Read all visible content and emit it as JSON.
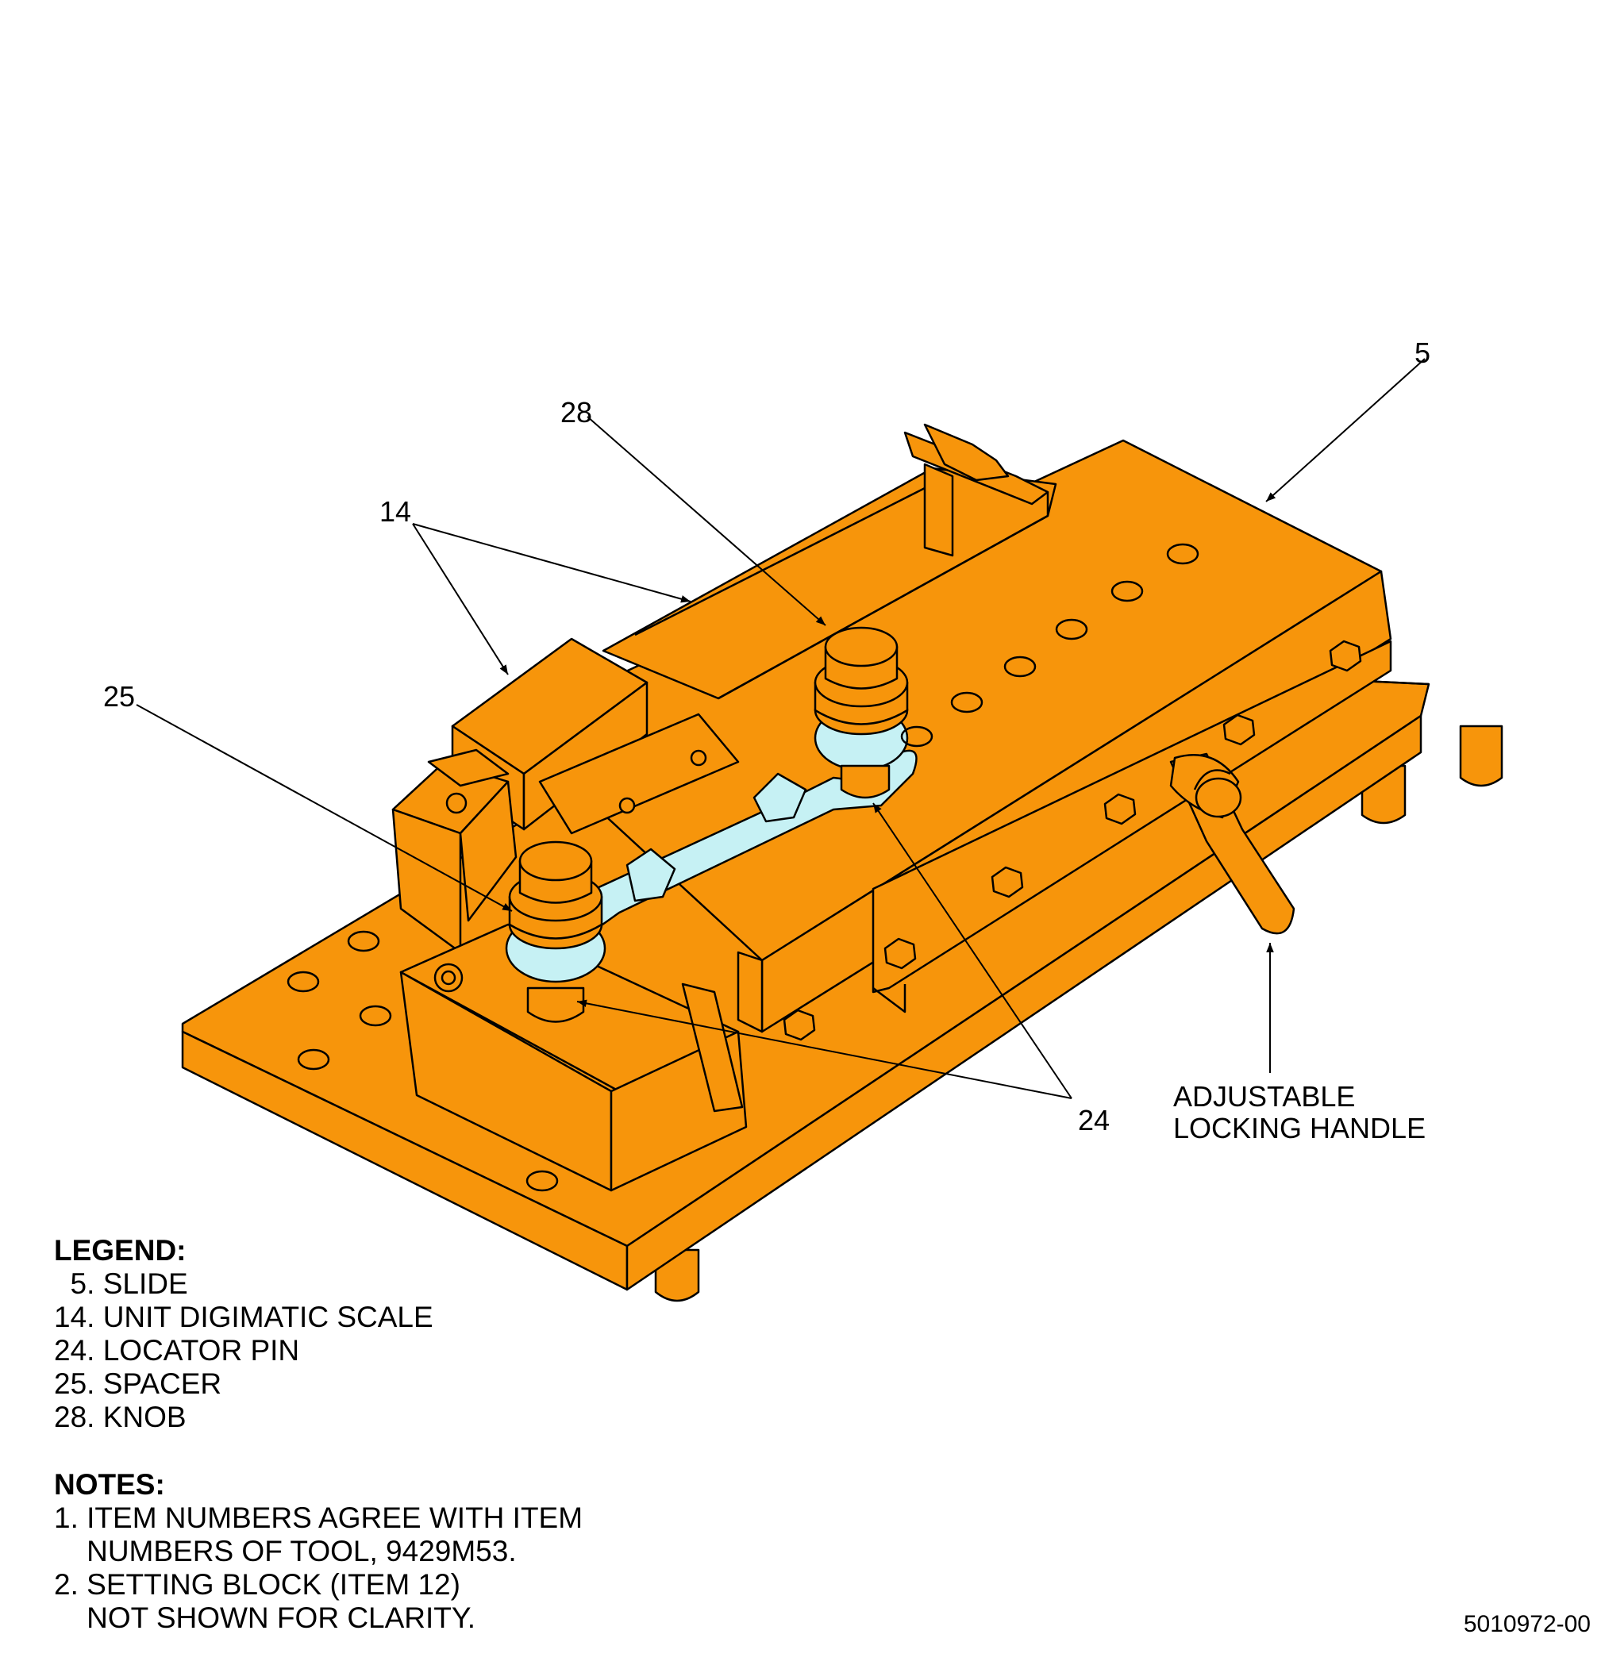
{
  "callouts": {
    "c5": "5",
    "c28": "28",
    "c14": "14",
    "c25": "25",
    "c24": "24",
    "handle_line1": "ADJUSTABLE",
    "handle_line2": "LOCKING HANDLE"
  },
  "legend": {
    "heading": "LEGEND:",
    "items": [
      "  5. SLIDE",
      "14. UNIT DIGIMATIC SCALE",
      "24. LOCATOR PIN",
      "25. SPACER",
      "28. KNOB"
    ]
  },
  "notes": {
    "heading": "NOTES:",
    "lines": [
      "1. ITEM NUMBERS AGREE WITH ITEM",
      "    NUMBERS OF TOOL, 9429M53.",
      "2. SETTING BLOCK (ITEM 12)",
      "    NOT SHOWN FOR CLARITY."
    ]
  },
  "figure_id": "5010972-00",
  "colors": {
    "body": "#F7950B",
    "link": "#C6F1F4",
    "outline": "#000000"
  }
}
